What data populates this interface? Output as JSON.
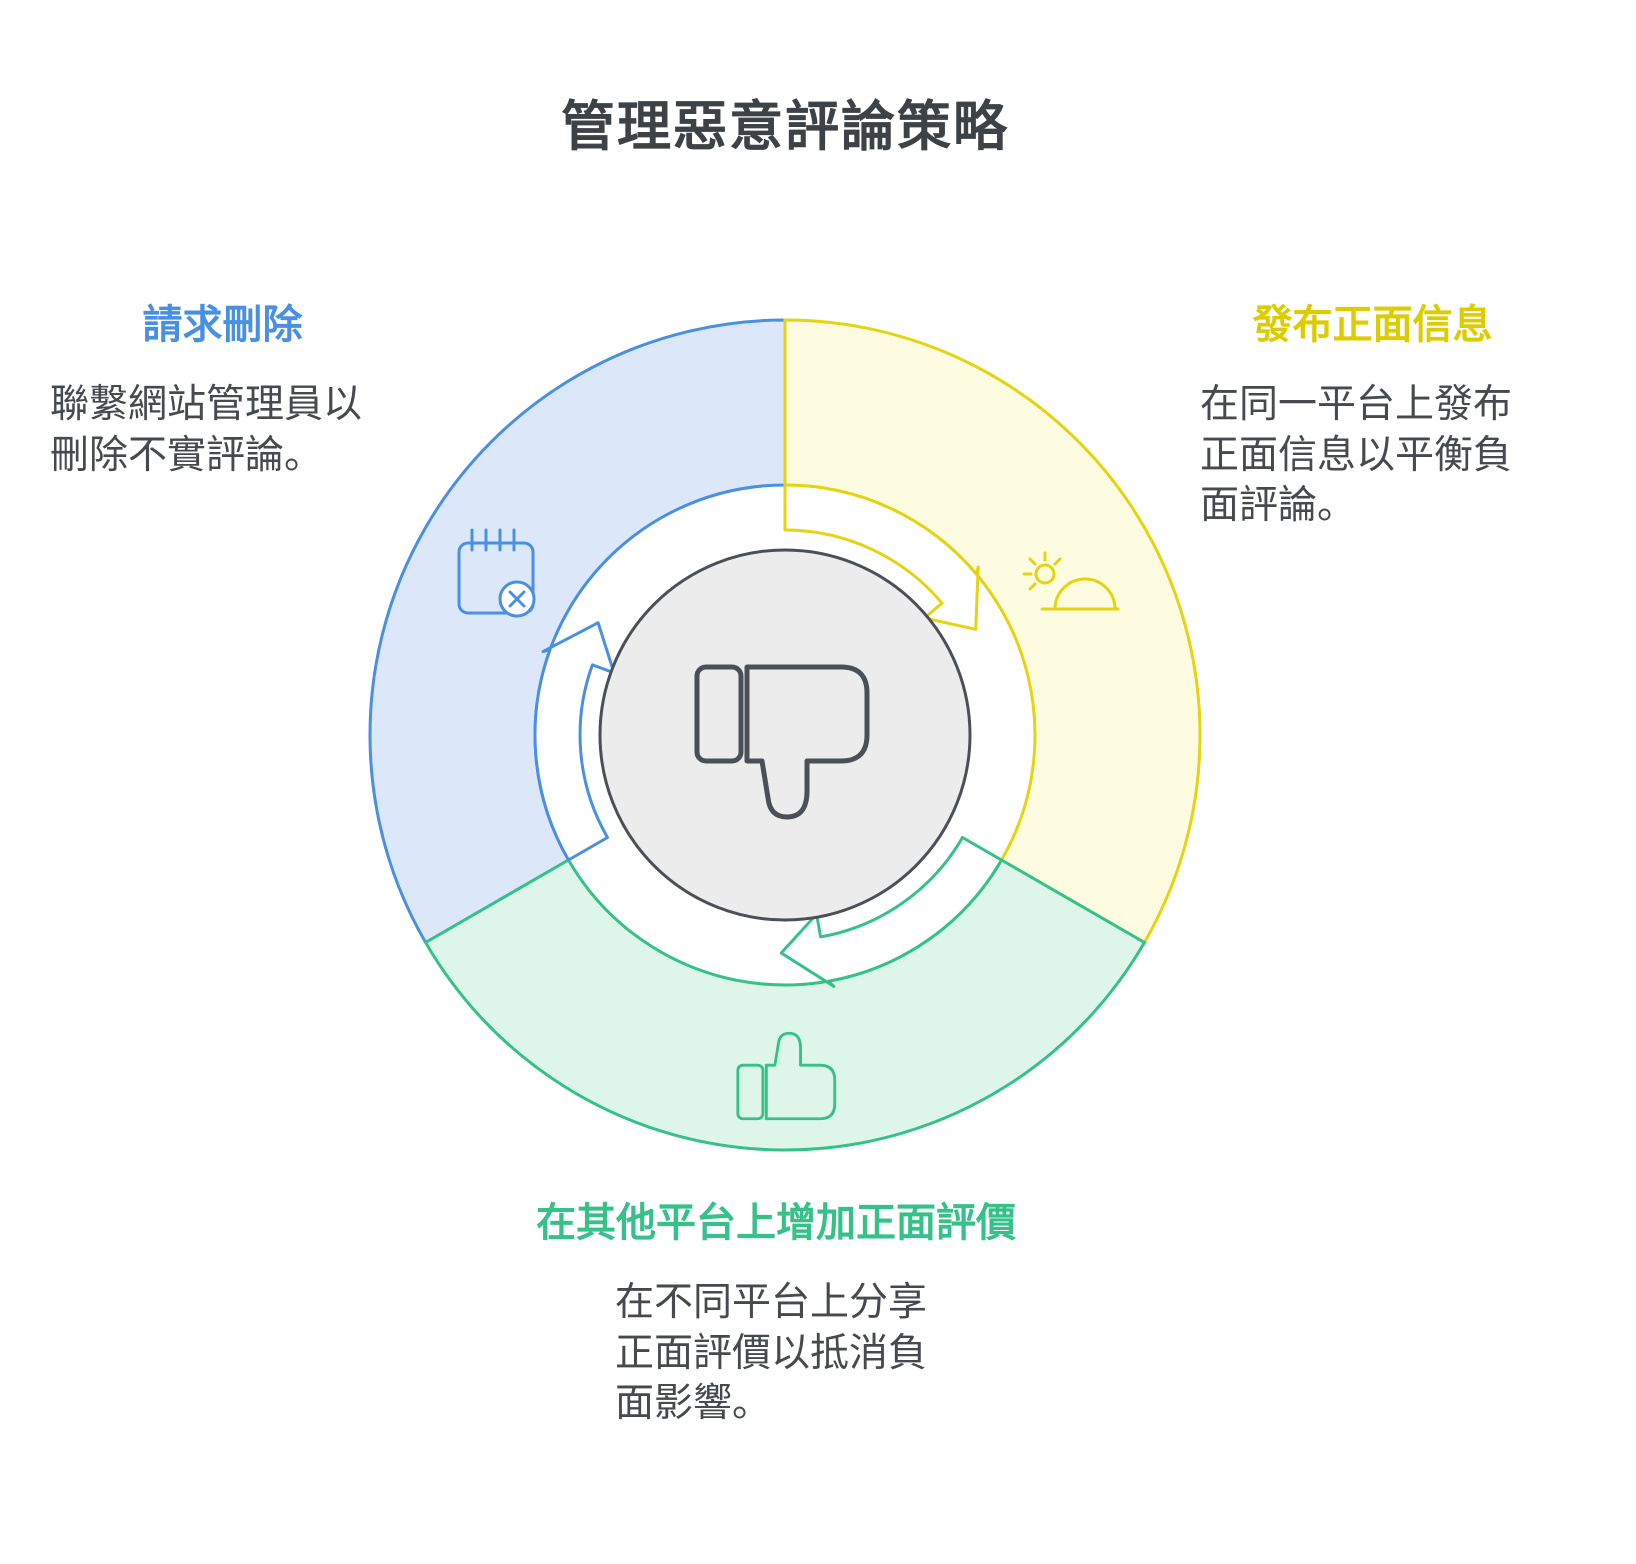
{
  "title": "管理惡意評論策略",
  "colors": {
    "blue": "#4a90e2",
    "blue-fill": "#dce8f9",
    "yellow": "#e4d411",
    "yellow-fill": "#fdfbe0",
    "yellow-text": "#ddcc00",
    "green": "#35c189",
    "green-fill": "#def5ea",
    "center-fill": "#ececec",
    "dark": "#4b5056",
    "text": "#46494e",
    "title-color": "#3d4247"
  },
  "sections": {
    "request_deletion": {
      "heading": "請求刪除",
      "body_lines": [
        "聯繫網站管理員以",
        "刪除不實評論。"
      ]
    },
    "post_positive": {
      "heading": "發布正面信息",
      "body_lines": [
        "在同一平台上發布",
        "正面信息以平衡負",
        "面評論。"
      ]
    },
    "other_platforms": {
      "heading": "在其他平台上增加正面評價",
      "body_lines": [
        "在不同平台上分享",
        "正面評價以抵消負",
        "面影響。"
      ]
    }
  },
  "icons": {
    "center": "thumbs-down-icon",
    "blue_segment": "calendar-x-icon",
    "yellow_segment": "sunrise-icon",
    "green_segment": "thumbs-up-icon"
  }
}
